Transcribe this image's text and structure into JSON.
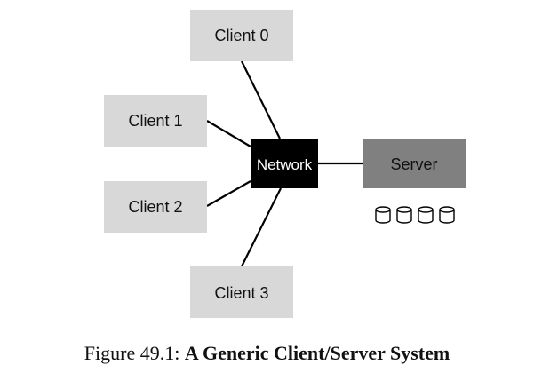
{
  "diagram": {
    "nodes": {
      "client_0": "Client 0",
      "client_1": "Client 1",
      "client_2": "Client 2",
      "client_3": "Client 3",
      "network": "Network",
      "server": "Server"
    },
    "colors": {
      "client_fill": "#d8d8d8",
      "network_fill": "#000000",
      "server_fill": "#808080",
      "line": "#000000"
    },
    "storage_icons": [
      "disk-icon",
      "disk-icon",
      "disk-icon",
      "disk-icon"
    ]
  },
  "caption": {
    "prefix": "Figure 49.1:",
    "title": "A Generic Client/Server System"
  }
}
